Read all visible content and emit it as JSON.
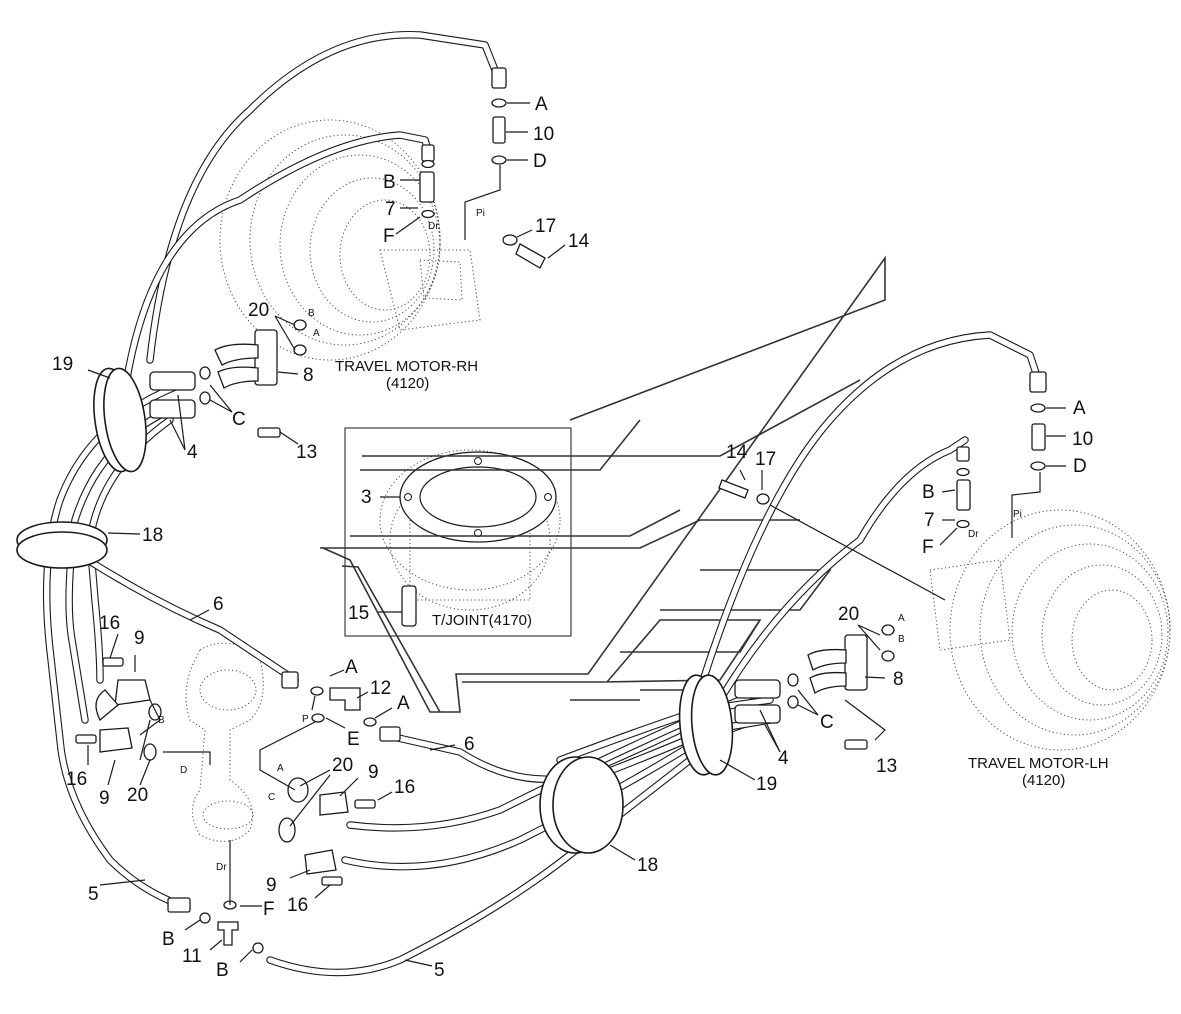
{
  "labels": {
    "a1": "A",
    "n10a": "10",
    "d1": "D",
    "b1": "B",
    "n7a": "7",
    "f1": "F",
    "dr1": "Dr",
    "pi1": "Pi",
    "n17a": "17",
    "n14a": "14",
    "n20a": "20",
    "b2": "B",
    "a2": "A",
    "n8a": "8",
    "n19a": "19",
    "c1": "C",
    "n4a": "4",
    "n13a": "13",
    "n18a": "18",
    "n3": "3",
    "n15": "15",
    "n6a": "6",
    "n16a": "16",
    "n9a": "9",
    "b3": "B",
    "d3": "D",
    "n16b": "16",
    "n9b": "9",
    "n20b": "20",
    "a3": "A",
    "n12": "12",
    "a4": "A",
    "p1": "P",
    "e1": "E",
    "n6b": "6",
    "n20c": "20",
    "n9c": "9",
    "n16c": "16",
    "a5": "A",
    "c5": "C",
    "dr5": "Dr",
    "n9d": "9",
    "n16d": "16",
    "n5a": "5",
    "f5": "F",
    "b5": "B",
    "n11": "11",
    "b6": "B",
    "n5b": "5",
    "n14b": "14",
    "n17b": "17",
    "a7": "A",
    "n10b": "10",
    "d7": "D",
    "b7": "B",
    "n7b": "7",
    "f7": "F",
    "dr7": "Dr",
    "pi7": "Pi",
    "n20d": "20",
    "a8": "A",
    "b8": "B",
    "n8b": "8",
    "c8": "C",
    "n4b": "4",
    "n13b": "13",
    "n19b": "19",
    "n18b": "18"
  },
  "captions": {
    "travel_motor_rh": "TRAVEL MOTOR-RH",
    "travel_motor_rh_code": "(4120)",
    "travel_motor_lh": "TRAVEL MOTOR-LH",
    "travel_motor_lh_code": "(4120)",
    "turning_joint": "T/JOINT(4170)"
  },
  "icons": {
    "travel_motor_rh": "travel-motor-icon",
    "travel_motor_lh": "travel-motor-icon",
    "turning_joint": "turning-joint-icon",
    "forward_arrow": "direction-arrow-icon",
    "hose": "hydraulic-hose-icon"
  },
  "colors": {
    "line": "#1a1a1a",
    "background": "#ffffff"
  }
}
